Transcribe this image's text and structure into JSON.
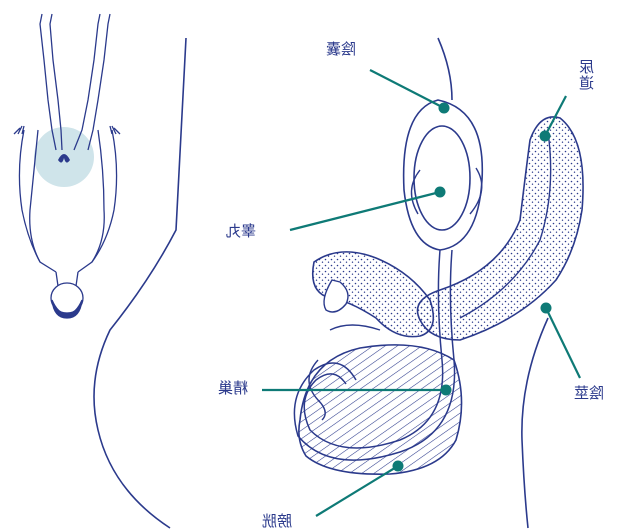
{
  "colors": {
    "line": "#2b3a8c",
    "leader": "#0e7a76",
    "highlight": "#cfe4ea",
    "background": "#ffffff"
  },
  "labels": {
    "scrotum": "陰囊",
    "urethra": "尿道",
    "testis": "睾丸",
    "epididymis": "精巢",
    "penis": "陰莖",
    "bladder": "膀胱"
  }
}
